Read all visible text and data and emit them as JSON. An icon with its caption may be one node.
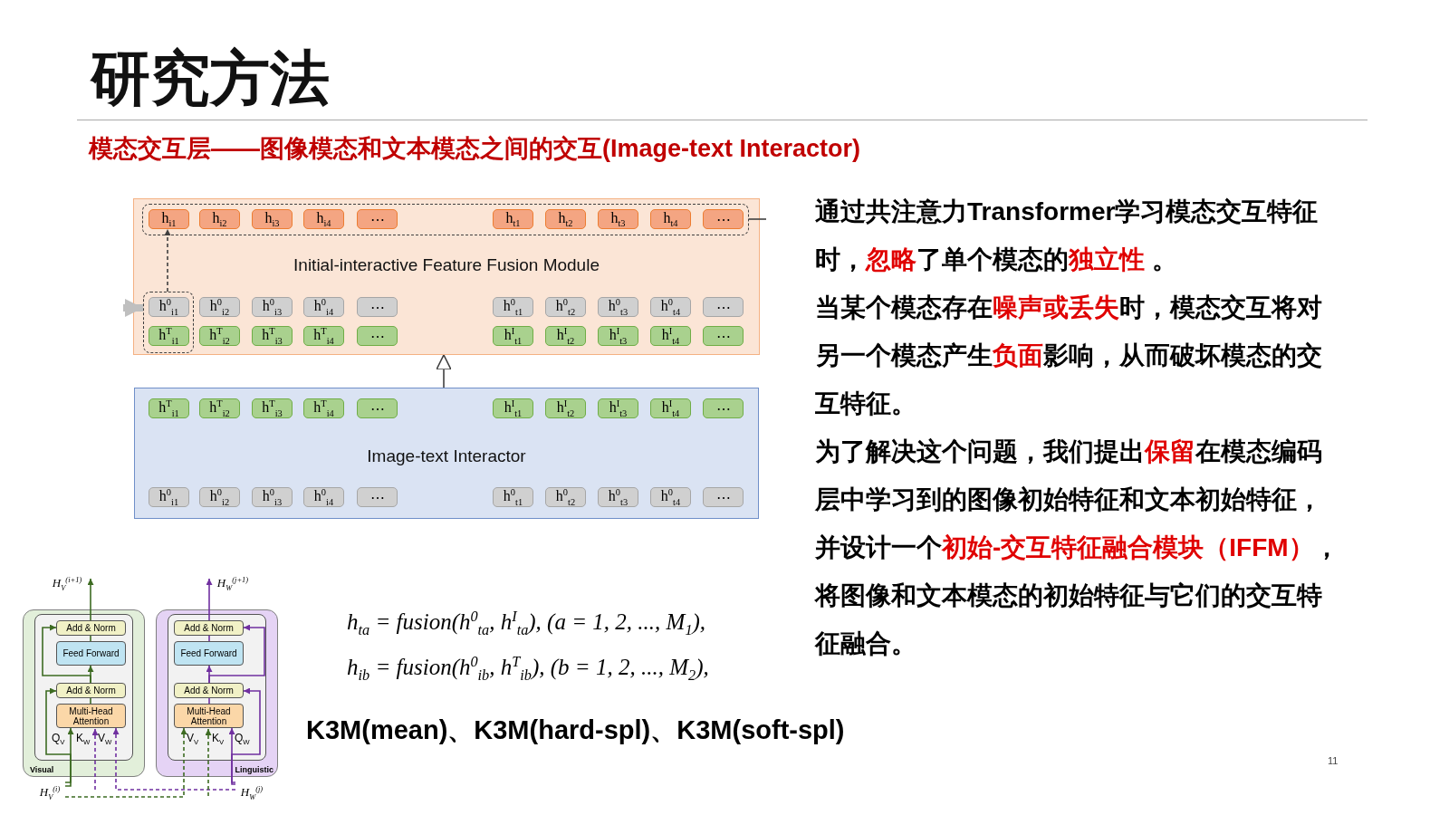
{
  "diagram": {
    "title": "研究方法",
    "nodes": [
      {
        "text": [
          "Initial-interactive Feature Fusion Module"
        ]
      },
      {
        "text": [],
        "shape": "box",
        "in": 0
      },
      {
        "text": [
          "h$_{i1}$"
        ],
        "in": 1
      },
      {
        "text": [
          "h$_{i2}$"
        ],
        "in": 1
      },
      {
        "text": [
          "h$_{i3}$"
        ],
        "in": 1
      },
      {
        "text": [
          "h$_{i4}$"
        ],
        "in": 1
      },
      {
        "text": [
          "⋯"
        ],
        "in": 1
      },
      {
        "text": [
          "h$_{t1}$"
        ],
        "in": 1
      },
      {
        "text": [
          "h$_{t2}$"
        ],
        "in": 1
      },
      {
        "text": [
          "h$_{t3}$"
        ],
        "in": 1
      },
      {
        "text": [
          "h$_{t4}$"
        ],
        "in": 1
      },
      {
        "text": [
          "⋯"
        ],
        "in": 1
      },
      {
        "text": [],
        "shape": "box",
        "in": 0
      },
      {
        "text": [
          "h$^{0}$$_{i1}$"
        ],
        "in": 12
      },
      {
        "text": [
          "h$^{T}$$_{i1}$"
        ],
        "in": 12
      },
      {
        "text": [
          "h$^{0}$$_{i2}$"
        ],
        "in": 0
      },
      {
        "text": [
          "h$^{0}$$_{i3}$"
        ],
        "in": 0
      },
      {
        "text": [
          "h$^{0}$$_{i4}$"
        ],
        "in": 0
      },
      {
        "text": [
          "⋯"
        ],
        "in": 0
      },
      {
        "text": [
          "h$^{0}$$_{t1}$"
        ],
        "in": 0
      },
      {
        "text": [
          "h$^{0}$$_{t2}$"
        ],
        "in": 0
      },
      {
        "text": [
          "h$^{0}$$_{t3}$"
        ],
        "in": 0
      },
      {
        "text": [
          "h$^{0}$$_{t4}$"
        ],
        "in": 0
      },
      {
        "text": [
          "⋯"
        ],
        "in": 0
      },
      {
        "text": [
          "h$^{T}$$_{i2}$"
        ],
        "in": 0
      },
      {
        "text": [
          "h$^{T}$$_{i3}$"
        ],
        "in": 0
      },
      {
        "text": [
          "h$^{T}$$_{i4}$"
        ],
        "in": 0
      },
      {
        "text": [
          "⋯"
        ],
        "in": 0
      },
      {
        "text": [
          "h$^{I}$$_{t1}$"
        ],
        "in": 0
      },
      {
        "text": [
          "h$^{I}$$_{t2}$"
        ],
        "in": 0
      },
      {
        "text": [
          "h$^{I}$$_{t3}$"
        ],
        "in": 0
      },
      {
        "text": [
          "h$^{I}$$_{t4}$"
        ],
        "in": 0
      },
      {
        "text": [
          "⋯"
        ],
        "in": 0
      },
      {
        "text": [
          "Image-text Interactor"
        ]
      },
      {
        "text": [
          "h$^{T}$$_{i1}$"
        ],
        "in": 33
      },
      {
        "text": [
          "h$^{T}$$_{i2}$"
        ],
        "in": 33
      },
      {
        "text": [
          "h$^{T}$$_{i3}$"
        ],
        "in": 33
      },
      {
        "text": [
          "h$^{T}$$_{i4}$"
        ],
        "in": 33
      },
      {
        "text": [
          "⋯"
        ],
        "in": 33
      },
      {
        "text": [
          "h$^{I}$$_{t1}$"
        ],
        "in": 33
      },
      {
        "text": [
          "h$^{I}$$_{t2}$"
        ],
        "in": 33
      },
      {
        "text": [
          "h$^{I}$$_{t3}$"
        ],
        "in": 33
      },
      {
        "text": [
          "h$^{I}$$_{t4}$"
        ],
        "in": 33
      },
      {
        "text": [
          "⋯"
        ],
        "in": 33
      },
      {
        "text": [
          "h$^{0}$$_{i1}$"
        ],
        "in": 33
      },
      {
        "text": [
          "h$^{0}$$_{i2}$"
        ],
        "in": 33
      },
      {
        "text": [
          "h$^{0}$$_{i3}$"
        ],
        "in": 33
      },
      {
        "text": [
          "h$^{0}$$_{i4}$"
        ],
        "in": 33
      },
      {
        "text": [
          "⋯"
        ],
        "in": 33
      },
      {
        "text": [
          "h$^{0}$$_{t1}$"
        ],
        "in": 33
      },
      {
        "text": [
          "h$^{0}$$_{t2}$"
        ],
        "in": 33
      },
      {
        "text": [
          "h$^{0}$$_{t3}$"
        ],
        "in": 33
      },
      {
        "text": [
          "h$^{0}$$_{t4}$"
        ],
        "in": 33
      },
      {
        "text": [
          "⋯"
        ],
        "in": 33
      },
      {
        "text": [
          "Visual"
        ]
      },
      {
        "text": [],
        "shape": "box",
        "in": 54
      },
      {
        "text": [
          "Add & Norm"
        ],
        "in": 55
      },
      {
        "text": [
          "Feed Forward"
        ],
        "in": 55
      },
      {
        "text": [
          "Add & Norm"
        ],
        "in": 55
      },
      {
        "text": [
          "Multi-Head Attention"
        ],
        "in": 55,
        "beside": [
          "Q$_{V}$",
          "K$_{W}$",
          "V$_{W}$"
        ]
      },
      {
        "text": [
          "Linguistic"
        ]
      },
      {
        "text": [],
        "shape": "box",
        "in": 60
      },
      {
        "text": [
          "Add & Norm"
        ],
        "in": 61
      },
      {
        "text": [
          "Feed Forward"
        ],
        "in": 61
      },
      {
        "text": [
          "Add & Norm"
        ],
        "in": 61
      },
      {
        "text": [
          "Multi-Head Attention"
        ],
        "in": 61,
        "beside": [
          "V$_{V}$",
          "K$_{V}$",
          "Q$_{W}$"
        ]
      },
      {
        "text": [
          "H$_{V}$$^{(i+1)}$"
        ]
      },
      {
        "text": [
          "H$_{W}$$^{(j+1)}$"
        ]
      },
      {
        "text": [
          "H$_{V}$$^{(i)}$"
        ]
      },
      {
        "text": [
          "H$_{W}$$^{(j)}$"
        ]
      }
    ],
    "edges": [
      {
        "from": 12,
        "to": 2,
        "arrow": "to",
        "style": "dashed",
        "color": "#404040"
      },
      {
        "from": 33,
        "to": 0,
        "arrow": "to",
        "color": "#404040"
      },
      {
        "from": null,
        "to": 12,
        "arrow": "to",
        "style": "thick",
        "color": "#bfbfbf"
      },
      {
        "from": 1,
        "to": null,
        "arrow": "none",
        "color": "#404040"
      },
      {
        "from": 68,
        "to": 59,
        "arrow": "to",
        "color": "#3d6b22"
      },
      {
        "from": 68,
        "to": 58,
        "arrow": "to",
        "color": "#3d6b22"
      },
      {
        "from": 59,
        "to": 58,
        "arrow": "none",
        "color": "#3d6b22"
      },
      {
        "from": 58,
        "to": 57,
        "arrow": "to",
        "color": "#3d6b22"
      },
      {
        "from": 58,
        "to": 56,
        "arrow": "to",
        "color": "#3d6b22"
      },
      {
        "from": 57,
        "to": 56,
        "arrow": "none",
        "color": "#3d6b22"
      },
      {
        "from": 56,
        "to": 66,
        "arrow": "to",
        "color": "#3d6b22"
      },
      {
        "from": 69,
        "to": 59,
        "arrow": "to",
        "style": "dashed",
        "color": "#7030a0"
      },
      {
        "from": 68,
        "to": 65,
        "arrow": "to",
        "style": "dashed",
        "color": "#3d6b22"
      },
      {
        "from": 69,
        "to": 65,
        "arrow": "to",
        "color": "#7030a0"
      },
      {
        "from": 69,
        "to": 64,
        "arrow": "to",
        "color": "#7030a0"
      },
      {
        "from": 65,
        "to": 64,
        "arrow": "none",
        "color": "#7030a0"
      },
      {
        "from": 64,
        "to": 63,
        "arrow": "to",
        "color": "#7030a0"
      },
      {
        "from": 64,
        "to": 62,
        "arrow": "to",
        "color": "#7030a0"
      },
      {
        "from": 63,
        "to": 62,
        "arrow": "none",
        "color": "#7030a0"
      },
      {
        "from": 62,
        "to": 67,
        "arrow": "to",
        "color": "#7030a0"
      }
    ],
    "labels": [
      "模态交互层——图像模态和文本模态之间的交互(Image-text Interactor)",
      "通过共注意力Transformer学习模态交互特征时，**忽略**了单个模态的**独立性** 。",
      "当某个模态存在**噪声或丢失**时，模态交互将对另一个模态产生**负面**影响，从而破坏模态的交互特征。",
      "为了解决这个问题，我们提出**保留**在模态编码层中学习到的图像初始特征和文本初始特征，",
      "并设计一个**初始-交互特征融合模块（IFFM）**，",
      "将图像和文本模态的初始特征与它们的交互特征融合。",
      "h$_{ta}$ = fusion(h$^{0}$$_{ta}$, h$^{I}$$_{ta}$), (a = 1, 2, ..., M$_{1}$),",
      "h$_{ib}$ = fusion(h$^{0}$$_{ib}$, h$^{T}$$_{ib}$), (b = 1, 2, ..., M$_{2}$),",
      "K3M(mean)、K3M(hard-spl)、K3M(soft-spl)",
      "11"
    ]
  }
}
